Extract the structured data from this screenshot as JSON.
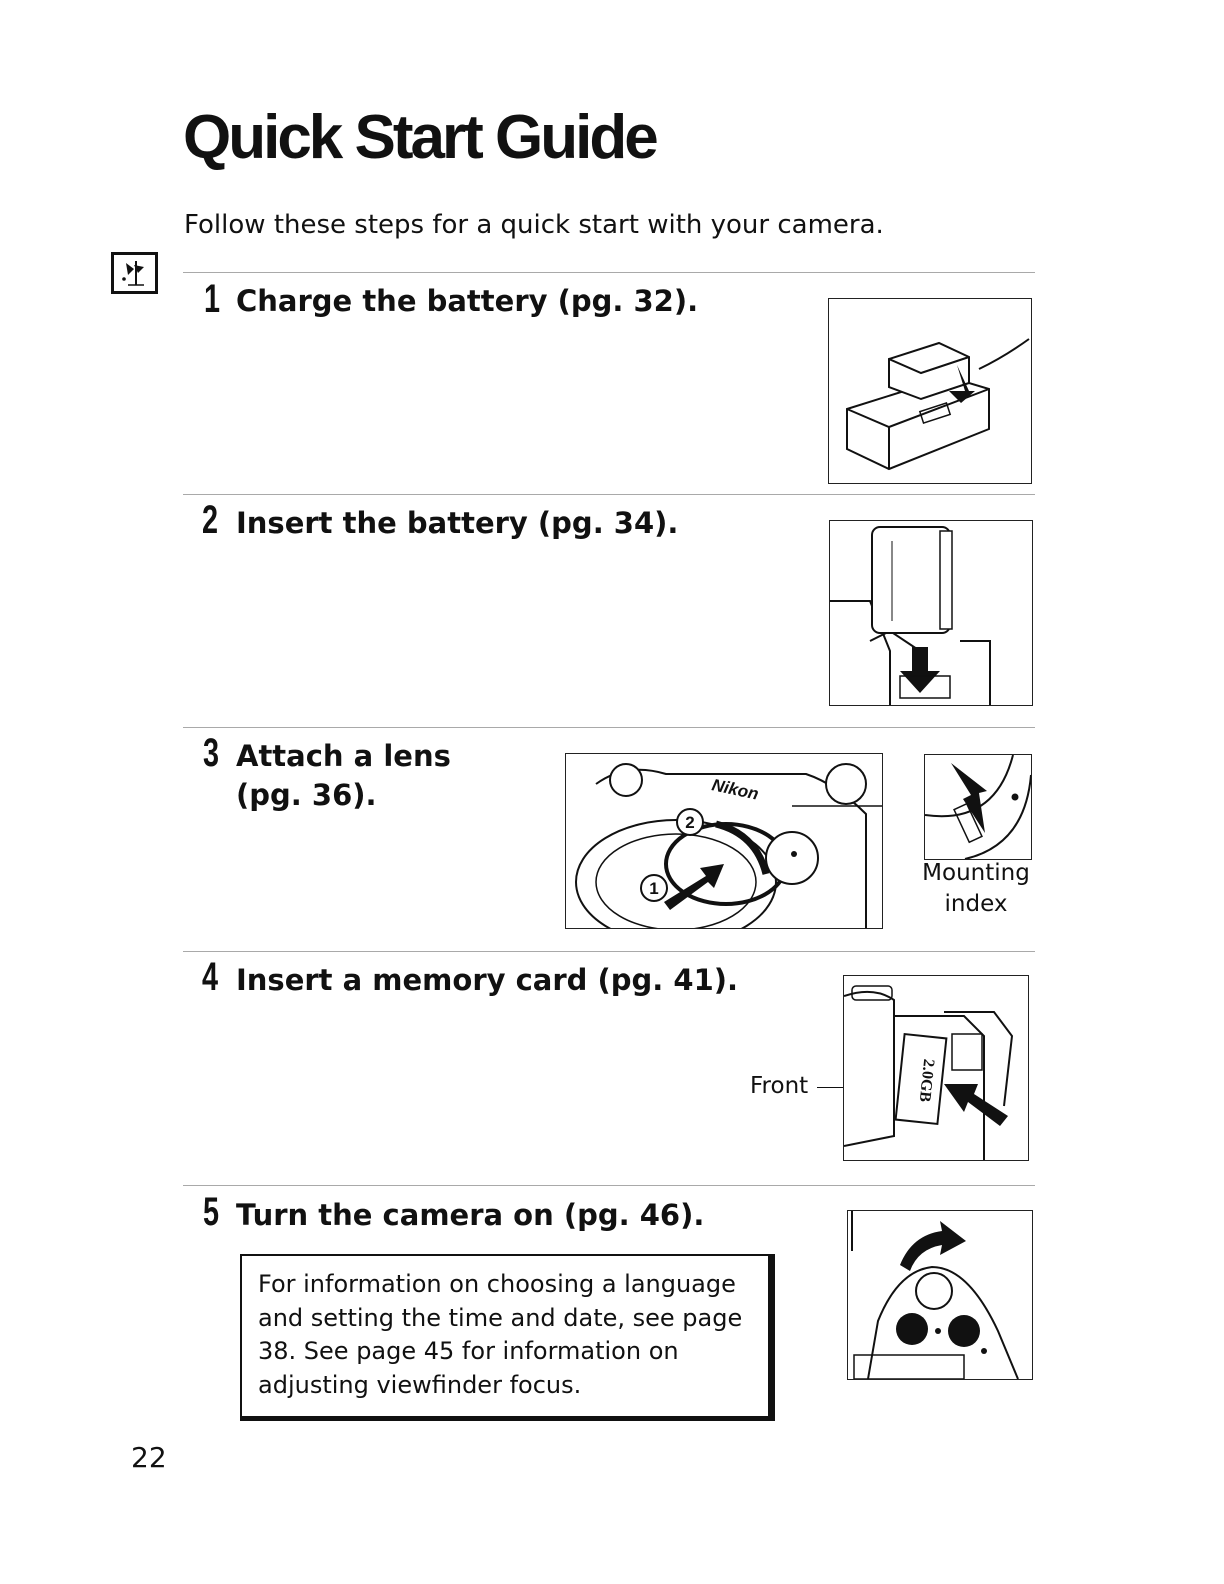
{
  "page": {
    "title": "Quick Start Guide",
    "intro": "Follow these steps for a quick start with your camera.",
    "page_number": "22"
  },
  "section_icon": "quick-start-icon",
  "steps": [
    {
      "number": "1",
      "title": "Charge the battery (pg. 32).",
      "illustration": "battery-charger-icon"
    },
    {
      "number": "2",
      "title": "Insert the battery (pg. 34).",
      "illustration": "battery-insert-icon"
    },
    {
      "number": "3",
      "title_line1": "Attach a lens",
      "title_line2": "(pg. 36).",
      "illustration": "lens-attach-icon",
      "callout_badge_1": "1",
      "callout_badge_2": "2",
      "brand_label": "Nikon",
      "caption_line1": "Mounting",
      "caption_line2": "index"
    },
    {
      "number": "4",
      "title": "Insert a memory card (pg. 41).",
      "illustration": "memory-card-icon",
      "caption": "Front",
      "card_label": "2.0GB"
    },
    {
      "number": "5",
      "title": "Turn the camera on (pg. 46).",
      "illustration": "power-switch-icon",
      "note_lines": [
        "For information on choosing a language",
        "and setting the time and date, see page",
        "38.  See page 45 for information on",
        "adjusting viewfinder focus."
      ]
    }
  ]
}
